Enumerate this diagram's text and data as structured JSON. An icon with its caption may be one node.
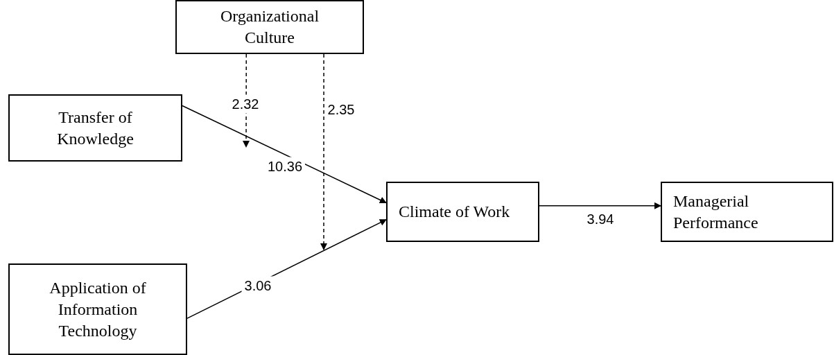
{
  "diagram": {
    "nodes": [
      {
        "text": [
          "Organizational Culture"
        ]
      },
      {
        "text": [
          "Transfer of Knowledge"
        ]
      },
      {
        "text": [
          "Climate of Work"
        ]
      },
      {
        "text": [
          "Managerial Performance"
        ]
      },
      {
        "text": [
          "Application of Information Technology"
        ]
      }
    ],
    "edges": [
      {
        "from": 1,
        "to": 2,
        "arrow": "to",
        "label": "10.36"
      },
      {
        "from": 4,
        "to": 2,
        "arrow": "to",
        "label": "3.06"
      },
      {
        "from": 0,
        "to": null,
        "arrow": "to",
        "label": "2.32",
        "style": "dashed"
      },
      {
        "from": 0,
        "to": null,
        "arrow": "to",
        "label": "2.35",
        "style": "dashed"
      },
      {
        "from": 2,
        "to": 3,
        "arrow": "to",
        "label": "3.94"
      }
    ]
  }
}
